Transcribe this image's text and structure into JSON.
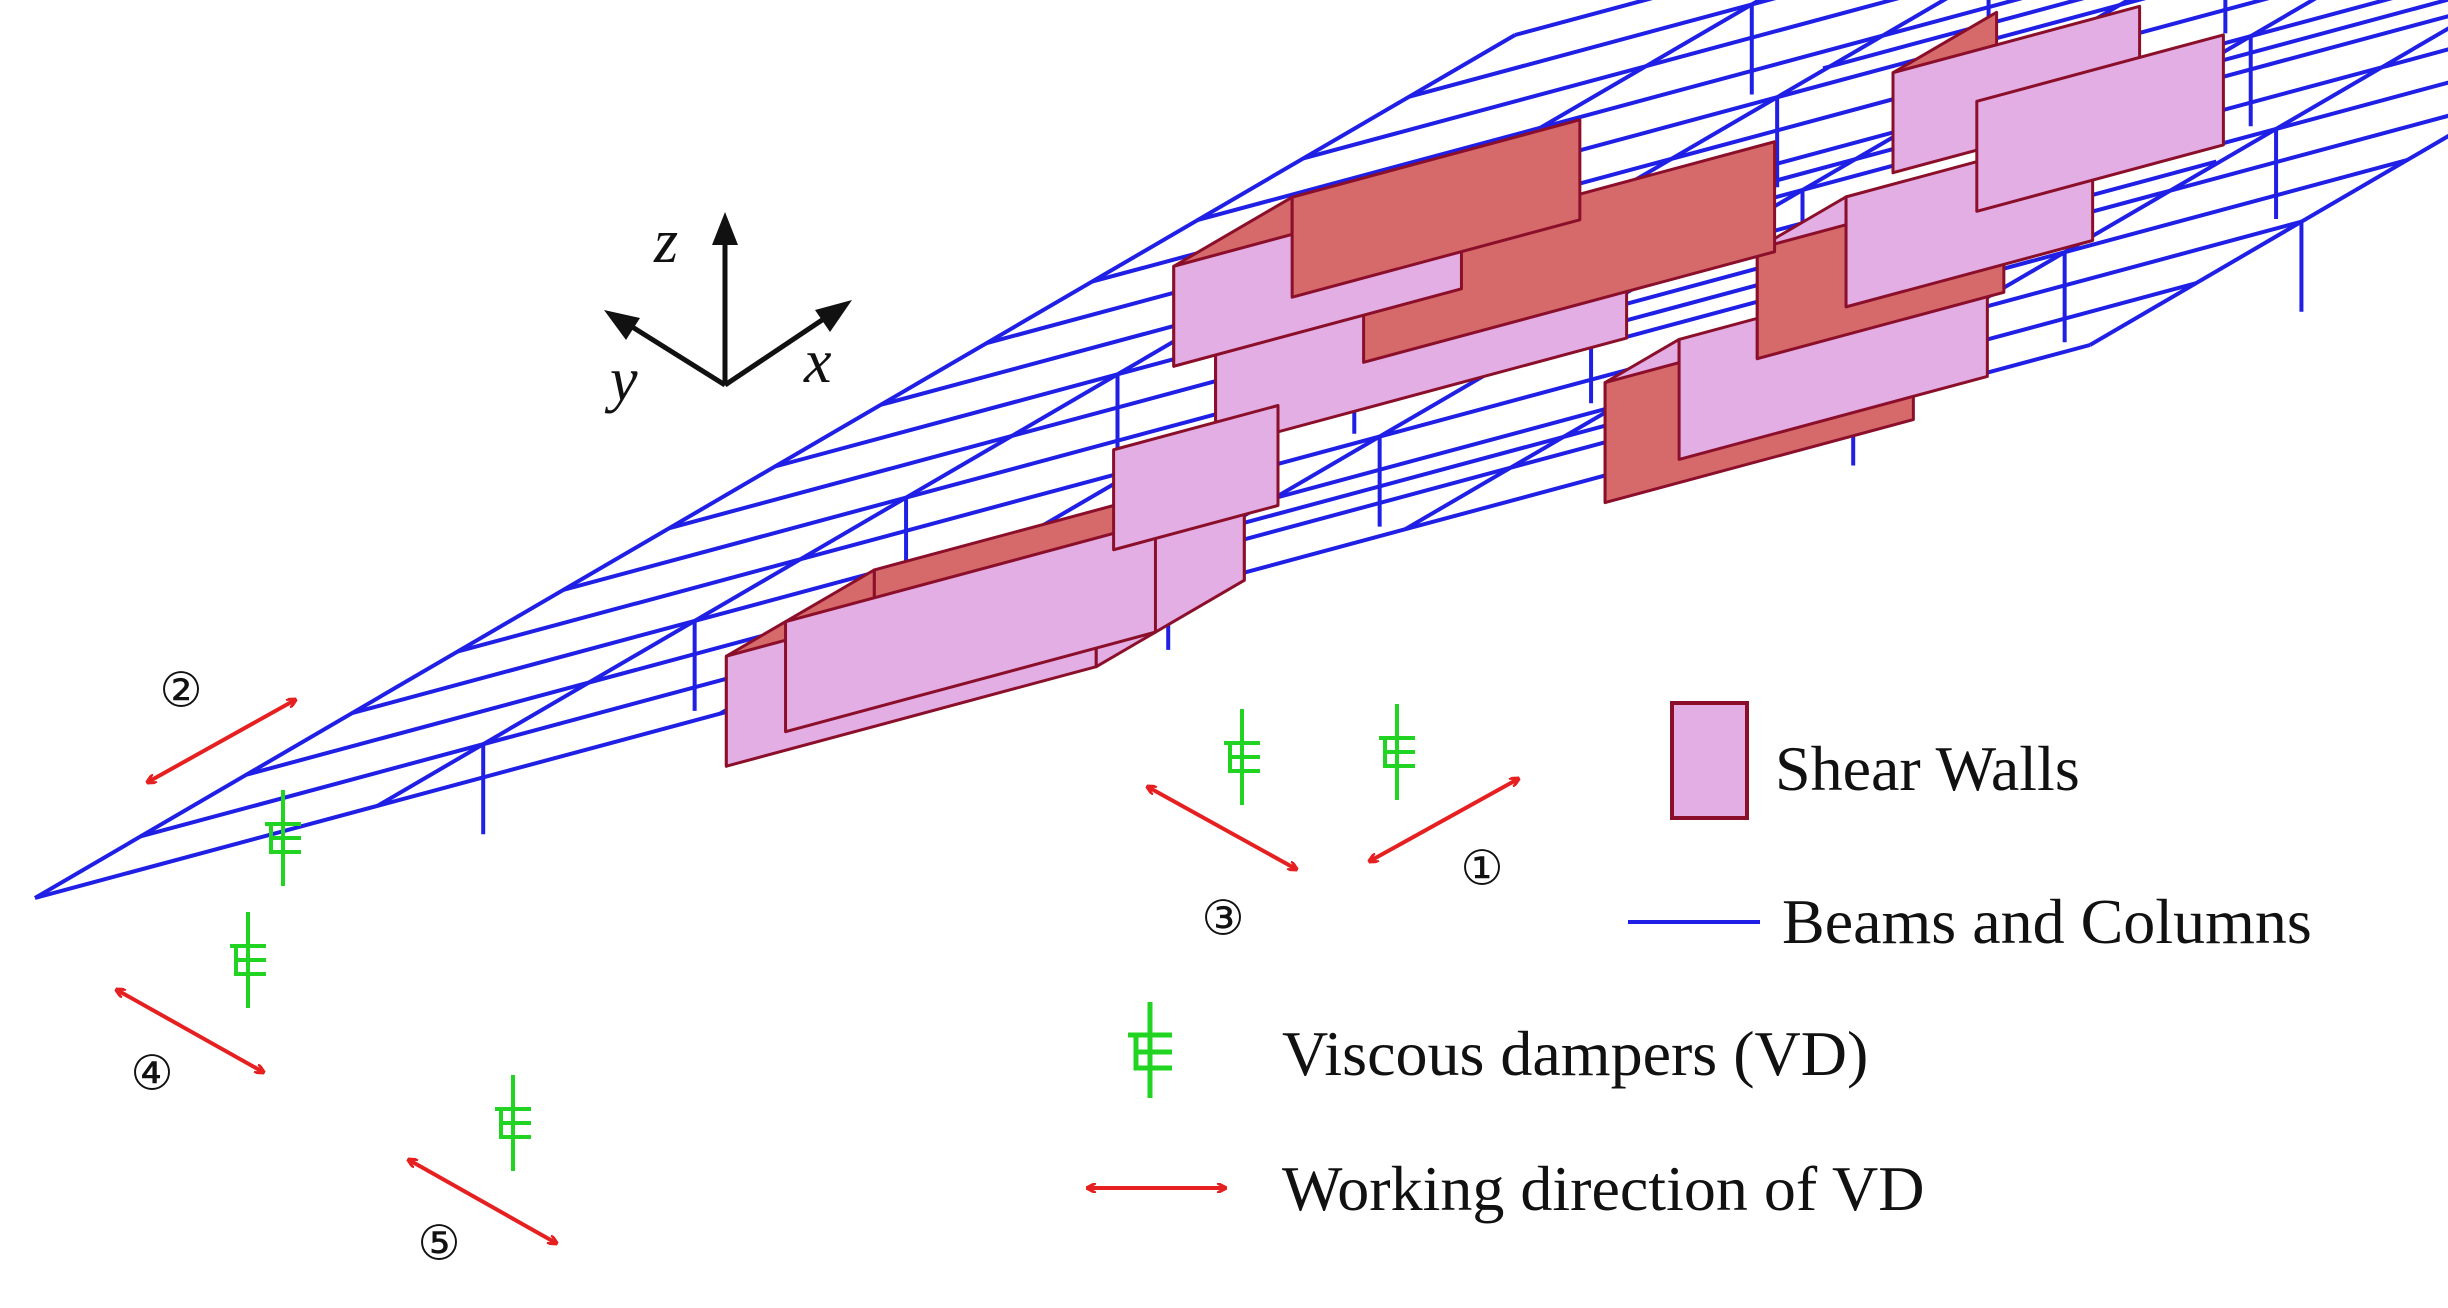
{
  "axes": {
    "x": "x",
    "y": "y",
    "z": "z"
  },
  "direction_numbers": [
    "①",
    "②",
    "③",
    "④",
    "⑤"
  ],
  "legend": {
    "shear_walls": "Shear Walls",
    "beams_columns": "Beams and Columns",
    "viscous_dampers": "Viscous dampers (VD)",
    "working_direction": "Working direction of VD"
  },
  "colors": {
    "beams": "#1f1fe6",
    "wall_fill": "#e3aee3",
    "wall_fill_dark": "#d66a6a",
    "wall_stroke": "#8b0f2a",
    "damper": "#22d422",
    "arrow": "#e62020"
  }
}
